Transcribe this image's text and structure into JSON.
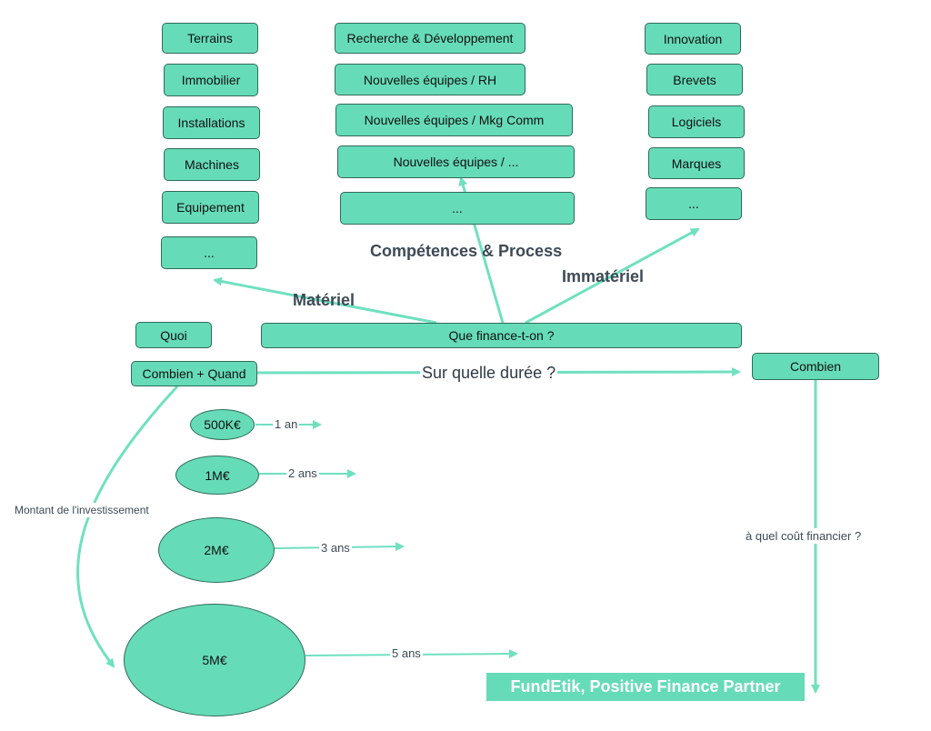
{
  "colors": {
    "box_fill": "#66dbb8",
    "box_border": "#2e6b59",
    "arrow": "#6fe0c0",
    "label_text": "#3d4a55"
  },
  "materiel": {
    "items": [
      "Terrains",
      "Immobilier",
      "Installations",
      "Machines",
      "Equipement",
      "..."
    ],
    "label": "Matériel"
  },
  "competences": {
    "items": [
      "Recherche & Développement",
      "Nouvelles équipes / RH",
      "Nouvelles équipes / Mkg Comm",
      "Nouvelles équipes / ...",
      "..."
    ],
    "label": "Compétences & Process"
  },
  "immateriel": {
    "items": [
      "Innovation",
      "Brevets",
      "Logiciels",
      "Marques",
      "..."
    ],
    "label": "Immatériel"
  },
  "quoi": "Quoi",
  "que_finance": "Que finance-t-on ?",
  "combien_quand": "Combien + Quand",
  "duree_label": "Sur quelle durée ?",
  "combien": "Combien",
  "montant_label": "Montant de l'investissement",
  "cout_label": "à quel coût financier ?",
  "investments": [
    {
      "amount": "500K€",
      "duration": "1 an"
    },
    {
      "amount": "1M€",
      "duration": "2 ans"
    },
    {
      "amount": "2M€",
      "duration": "3 ans"
    },
    {
      "amount": "5M€",
      "duration": "5 ans"
    }
  ],
  "partner": "FundEtik, Positive Finance Partner"
}
